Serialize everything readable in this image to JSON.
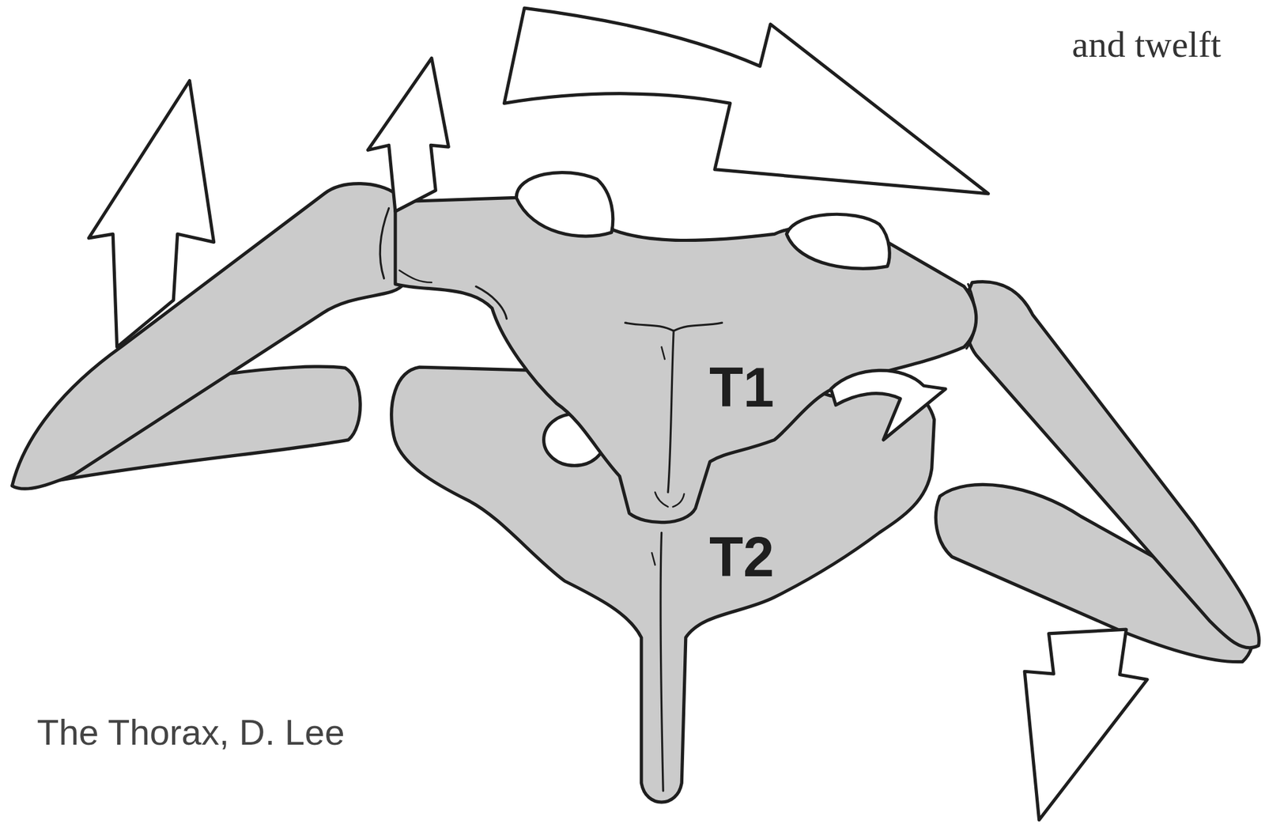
{
  "diagram": {
    "labels": [
      "T1",
      "T2",
      "The Thorax, D. Lee",
      "and twelft"
    ]
  }
}
